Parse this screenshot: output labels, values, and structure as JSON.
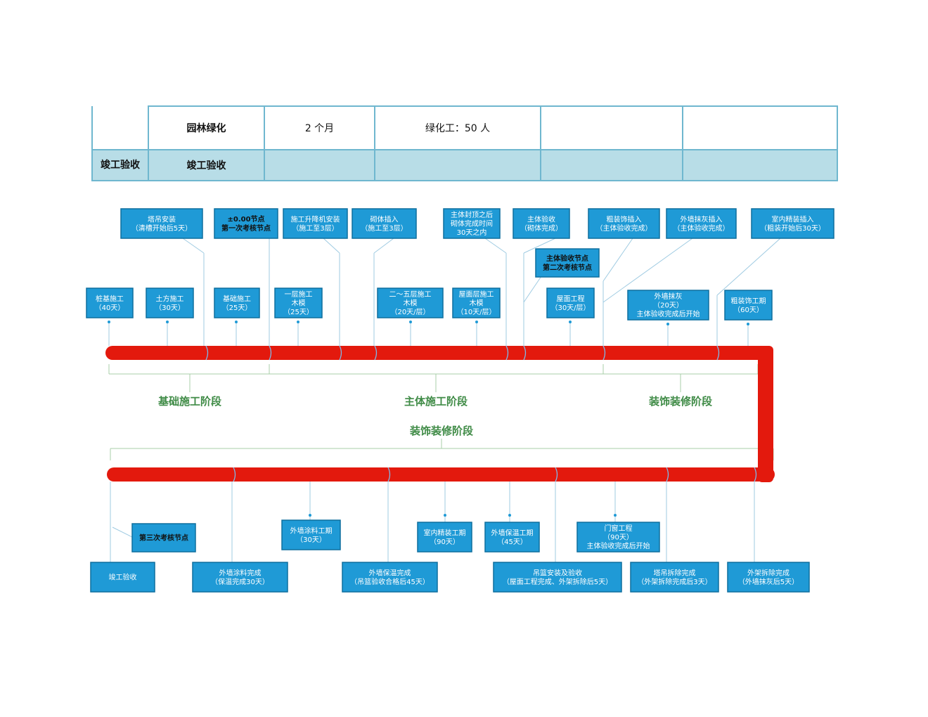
{
  "table": {
    "row1": {
      "task": "园林绿化",
      "duration": "2 个月",
      "labor": "绿化工：50 人"
    },
    "row2": {
      "stage": "竣工验收",
      "task": "竣工验收"
    }
  },
  "phases": {
    "foundation": "基础施工阶段",
    "main": "主体施工阶段",
    "decoration_top": "装饰装修阶段",
    "decoration_mid": "装饰装修阶段"
  },
  "top_row_boxes": [
    {
      "lines": [
        "塔吊安装",
        "（清槽开始后5天）"
      ]
    },
    {
      "lines": [
        "±0.00节点",
        "第一次考核节点"
      ],
      "emphasis": true
    },
    {
      "lines": [
        "施工升降机安装",
        "（施工至3层）"
      ]
    },
    {
      "lines": [
        "砌体插入",
        "（施工至3层）"
      ]
    },
    {
      "lines": [
        "主体封顶之后",
        "砌体完成时间",
        "30天之内"
      ]
    },
    {
      "lines": [
        "主体验收",
        "（砌体完成）"
      ]
    },
    {
      "lines": [
        "粗装饰插入",
        "（主体验收完成）"
      ]
    },
    {
      "lines": [
        "外墙抹灰插入",
        "（主体验收完成）"
      ]
    },
    {
      "lines": [
        "室内精装插入",
        "（粗装开始后30天）"
      ]
    }
  ],
  "second_node": {
    "lines": [
      "主体验收节点",
      "第二次考核节点"
    ],
    "emphasis": true
  },
  "mid_row_boxes": [
    {
      "lines": [
        "桩基施工",
        "（40天）"
      ]
    },
    {
      "lines": [
        "土方施工",
        "（30天）"
      ]
    },
    {
      "lines": [
        "基础施工",
        "（25天）"
      ]
    },
    {
      "lines": [
        "一层施工",
        "木模",
        "（25天）"
      ]
    },
    {
      "lines": [
        "二～五层施工",
        "木模",
        "（20天/层）"
      ]
    },
    {
      "lines": [
        "屋面层施工",
        "木模",
        "（10天/层）"
      ]
    },
    {
      "lines": [
        "屋面工程",
        "（30天/层）"
      ]
    },
    {
      "lines": [
        "外墙抹灰",
        "（20天）",
        "主体验收完成后开始"
      ]
    },
    {
      "lines": [
        "粗装饰工期",
        "（60天）"
      ]
    }
  ],
  "bottom_row_boxes": [
    {
      "lines": [
        "第三次考核节点"
      ],
      "emphasis": true
    },
    {
      "lines": [
        "竣工验收"
      ]
    },
    {
      "lines": [
        "外墙涂料完成",
        "（保温完成30天）"
      ]
    },
    {
      "lines": [
        "外墙涂料工期",
        "（30天）"
      ]
    },
    {
      "lines": [
        "外墙保温完成",
        "（吊篮验收合格后45天）"
      ]
    },
    {
      "lines": [
        "室内精装工期",
        "（90天）"
      ]
    },
    {
      "lines": [
        "外墙保温工期",
        "（45天）"
      ]
    },
    {
      "lines": [
        "吊篮安装及验收",
        "（屋面工程完成、外架拆除后5天）"
      ]
    },
    {
      "lines": [
        "门窗工程",
        "（90天）",
        "主体验收完成后开始"
      ]
    },
    {
      "lines": [
        "塔吊拆除完成",
        "（外架拆除完成后3天）"
      ]
    },
    {
      "lines": [
        "外架拆除完成",
        "（外墙抹灰后5天）"
      ]
    }
  ],
  "colors": {
    "box_fill": "#1f9ad6",
    "box_border": "#0f6f9e",
    "pipe": "#e3190d",
    "phase_text": "#3f8b46",
    "connector": "#9fcbe2",
    "bracket": "#a9cfa8"
  }
}
